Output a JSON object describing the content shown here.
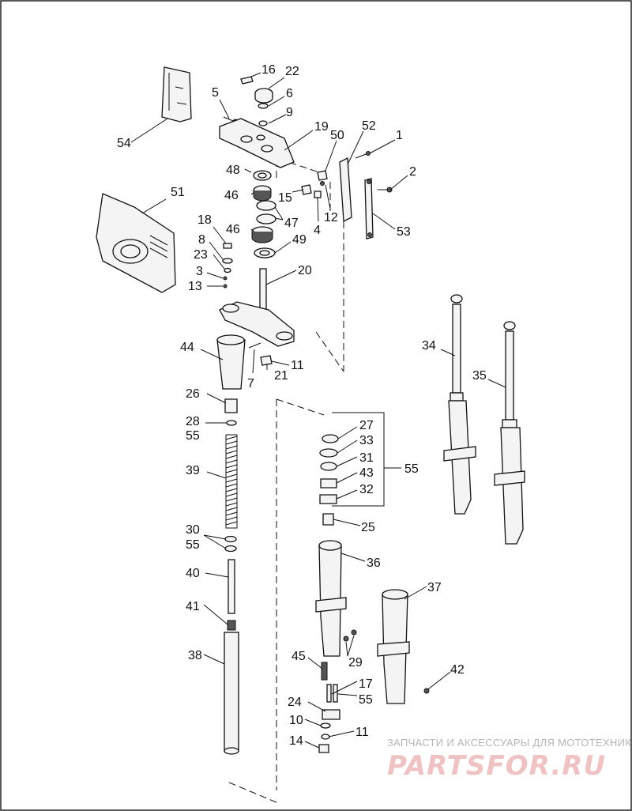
{
  "watermark": {
    "caption": "ЗАПЧАСТИ И АКСЕССУАРЫ ДЛЯ МОТОТЕХНИКИ",
    "logo": "PARTSFOR.RU"
  },
  "colors": {
    "line": "#111111",
    "watermark_text": "#b5b5b5",
    "watermark_logo": "#efc3c3"
  },
  "callouts": [
    "16",
    "22",
    "5",
    "6",
    "9",
    "19",
    "50",
    "52",
    "1",
    "54",
    "48",
    "15",
    "2",
    "46",
    "47",
    "12",
    "53",
    "51",
    "4",
    "18",
    "46",
    "49",
    "8",
    "23",
    "20",
    "3",
    "13",
    "34",
    "35",
    "44",
    "11",
    "7",
    "21",
    "26",
    "27",
    "28",
    "33",
    "55",
    "31",
    "39",
    "43",
    "55",
    "32",
    "25",
    "30",
    "55",
    "36",
    "37",
    "40",
    "41",
    "29",
    "38",
    "45",
    "42",
    "17",
    "55",
    "24",
    "10",
    "11",
    "14"
  ]
}
